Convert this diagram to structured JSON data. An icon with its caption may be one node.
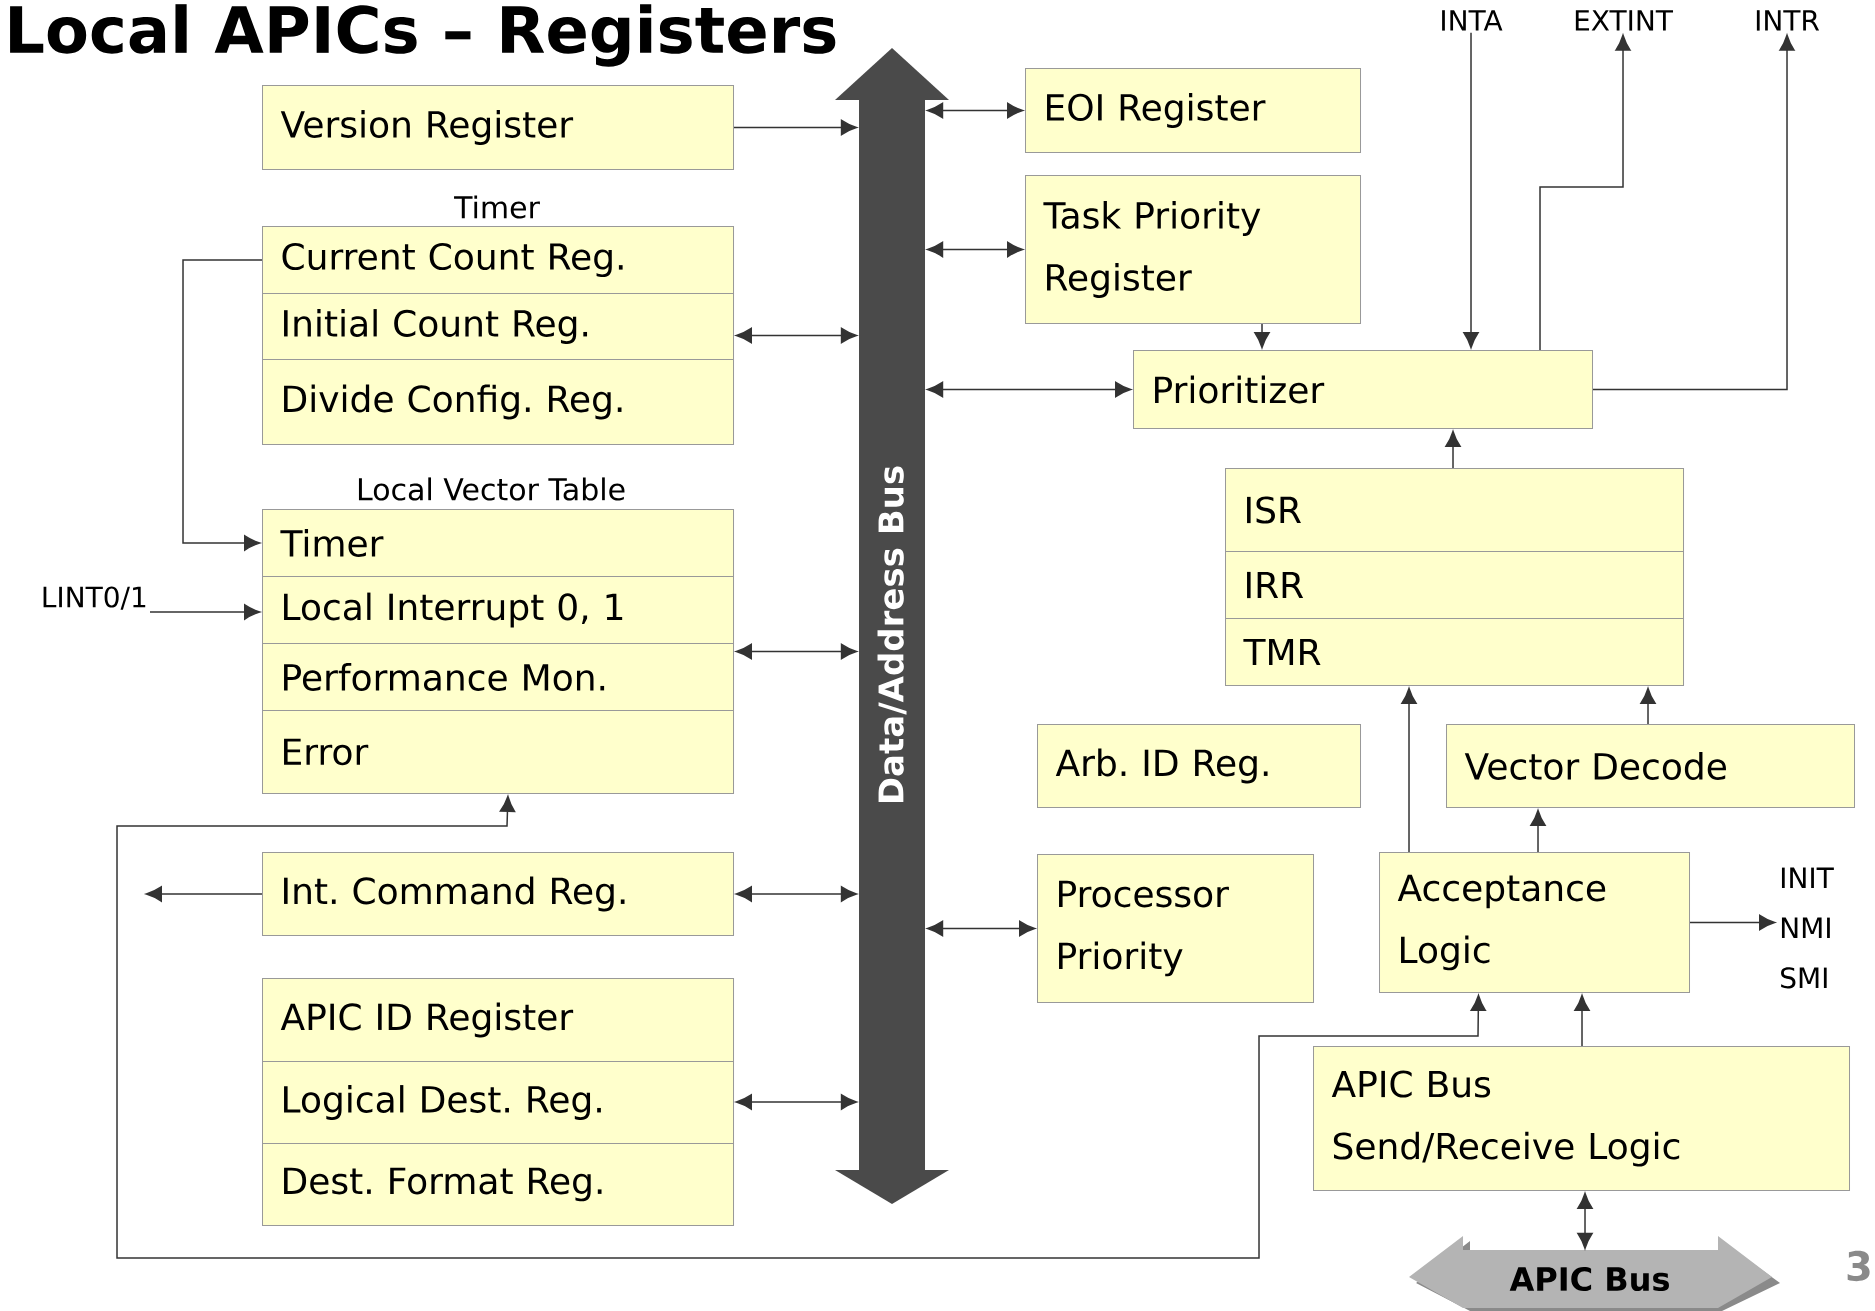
{
  "diagram": {
    "title": "Local APICs – Registers",
    "nodes": [
      {
        "text": [
          "Data/Address Bus"
        ]
      },
      {
        "text": [
          "Version Register"
        ]
      },
      {
        "text": [
          "Timer"
        ]
      },
      {
        "text": [
          "Current Count Reg."
        ],
        "in": 2
      },
      {
        "text": [
          "Initial Count Reg."
        ],
        "in": 2
      },
      {
        "text": [
          "Divide Config. Reg."
        ],
        "in": 2
      },
      {
        "text": [
          "Local Vector Table"
        ]
      },
      {
        "text": [
          "Timer"
        ],
        "in": 6
      },
      {
        "text": [
          "Local Interrupt 0, 1"
        ],
        "in": 6
      },
      {
        "text": [
          "Performance Mon."
        ],
        "in": 6
      },
      {
        "text": [
          "Error"
        ],
        "in": 6
      },
      {
        "text": [
          "Int. Command Reg."
        ]
      },
      {
        "text": [],
        "shape": "box"
      },
      {
        "text": [
          "APIC ID Register"
        ],
        "in": 12
      },
      {
        "text": [
          "Logical Dest. Reg."
        ],
        "in": 12
      },
      {
        "text": [
          "Dest. Format Reg."
        ],
        "in": 12
      },
      {
        "text": [
          "EOI Register"
        ]
      },
      {
        "text": [
          "Task Priority Register"
        ]
      },
      {
        "text": [
          "Prioritizer"
        ]
      },
      {
        "text": [],
        "shape": "box"
      },
      {
        "text": [
          "ISR"
        ],
        "in": 19
      },
      {
        "text": [
          "IRR"
        ],
        "in": 19
      },
      {
        "text": [
          "TMR"
        ],
        "in": 19
      },
      {
        "text": [
          "Arb. ID Reg."
        ]
      },
      {
        "text": [
          "Vector Decode"
        ]
      },
      {
        "text": [
          "Processor Priority"
        ]
      },
      {
        "text": [
          "Acceptance Logic"
        ]
      },
      {
        "text": [
          "APIC Bus Send/Receive Logic"
        ]
      },
      {
        "text": [
          "APIC Bus"
        ]
      },
      {
        "text": [
          "INTA"
        ]
      },
      {
        "text": [
          "EXTINT"
        ]
      },
      {
        "text": [
          "INTR"
        ]
      },
      {
        "text": [
          "LINT0/1"
        ]
      },
      {
        "text": [
          "INIT NMI SMI"
        ]
      }
    ],
    "edges": [
      {
        "from": 1,
        "to": 0,
        "arrow": "to"
      },
      {
        "from": 0,
        "to": 16,
        "arrow": "both"
      },
      {
        "from": 0,
        "to": 17,
        "arrow": "both"
      },
      {
        "from": 2,
        "to": 0,
        "arrow": "both"
      },
      {
        "from": 0,
        "to": 18,
        "arrow": "both"
      },
      {
        "from": 6,
        "to": 0,
        "arrow": "both"
      },
      {
        "from": 11,
        "to": 0,
        "arrow": "both"
      },
      {
        "from": 0,
        "to": 25,
        "arrow": "both"
      },
      {
        "from": 12,
        "to": 0,
        "arrow": "both"
      },
      {
        "from": 3,
        "to": 7,
        "arrow": "to"
      },
      {
        "from": 32,
        "to": 8,
        "arrow": "to"
      },
      {
        "from": 11,
        "to": null,
        "arrow": "to"
      },
      {
        "from": 10,
        "to": 26,
        "arrow": "both"
      },
      {
        "from": 17,
        "to": 18,
        "arrow": "to"
      },
      {
        "from": 29,
        "to": 18,
        "arrow": "to"
      },
      {
        "from": 18,
        "to": 30,
        "arrow": "to"
      },
      {
        "from": 18,
        "to": 31,
        "arrow": "to"
      },
      {
        "from": 19,
        "to": 18,
        "arrow": "to"
      },
      {
        "from": 26,
        "to": 19,
        "arrow": "to"
      },
      {
        "from": 24,
        "to": 19,
        "arrow": "to"
      },
      {
        "from": 26,
        "to": 24,
        "arrow": "to"
      },
      {
        "from": 26,
        "to": 33,
        "arrow": "to"
      },
      {
        "from": 27,
        "to": 26,
        "arrow": "to"
      },
      {
        "from": 27,
        "to": 28,
        "arrow": "both"
      }
    ],
    "labels": [
      "3"
    ]
  }
}
